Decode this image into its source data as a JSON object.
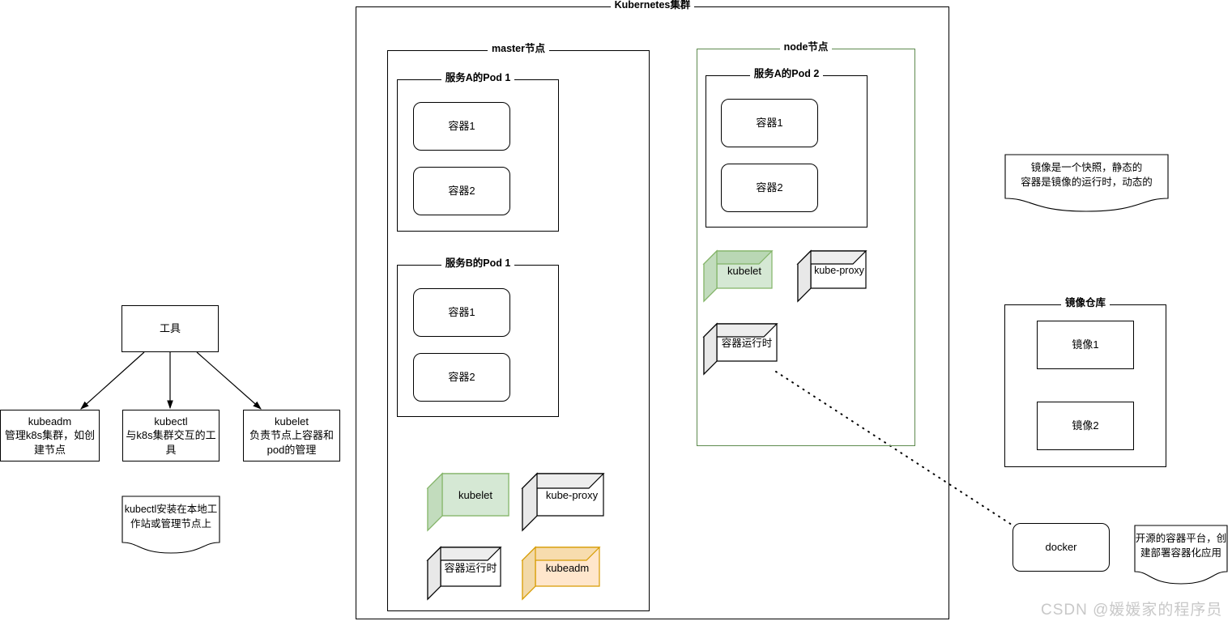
{
  "diagram": {
    "title": "Kubernetes集群",
    "watermark": "CSDN @媛媛家的程序员"
  },
  "cluster": {
    "label": "Kubernetes集群",
    "master": {
      "label": "master节点",
      "pods": [
        {
          "label": "服务A的Pod 1",
          "containers": [
            "容器1",
            "容器2"
          ]
        },
        {
          "label": "服务B的Pod 1",
          "containers": [
            "容器1",
            "容器2"
          ]
        }
      ],
      "components": [
        {
          "label": "kubelet",
          "color": "#d5e8d4",
          "border": "#82b366"
        },
        {
          "label": "kube-proxy",
          "color": "#ffffff",
          "border": "#000000"
        },
        {
          "label": "容器运行时",
          "color": "#ffffff",
          "border": "#000000"
        },
        {
          "label": "kubeadm",
          "color": "#ffe6cc",
          "border": "#d79b00"
        }
      ]
    },
    "node": {
      "label": "node节点",
      "border_color": "#5e8a4e",
      "pods": [
        {
          "label": "服务A的Pod 2",
          "containers": [
            "容器1",
            "容器2"
          ]
        }
      ],
      "components": [
        {
          "label": "kubelet",
          "color": "#d5e8d4",
          "border": "#82b366"
        },
        {
          "label": "kube-proxy",
          "color": "#ffffff",
          "border": "#000000"
        },
        {
          "label": "容器运行时",
          "color": "#ffffff",
          "border": "#000000"
        }
      ]
    }
  },
  "tools": {
    "root_label": "工具",
    "items": [
      {
        "title": "kubeadm",
        "desc": "管理k8s集群，如创建节点"
      },
      {
        "title": "kubectl",
        "desc": "与k8s集群交互的工具"
      },
      {
        "title": "kubelet",
        "desc": "负责节点上容器和pod的管理"
      }
    ],
    "note": "kubectl安装在本地工\n作站或管理节点上"
  },
  "registry": {
    "label": "镜像仓库",
    "images": [
      "镜像1",
      "镜像2"
    ],
    "note": "镜像是一个快照，静态的\n容器是镜像的运行时，动态的"
  },
  "docker": {
    "label": "docker",
    "note": "开源的容器平台，创\n建部署容器化应用"
  }
}
